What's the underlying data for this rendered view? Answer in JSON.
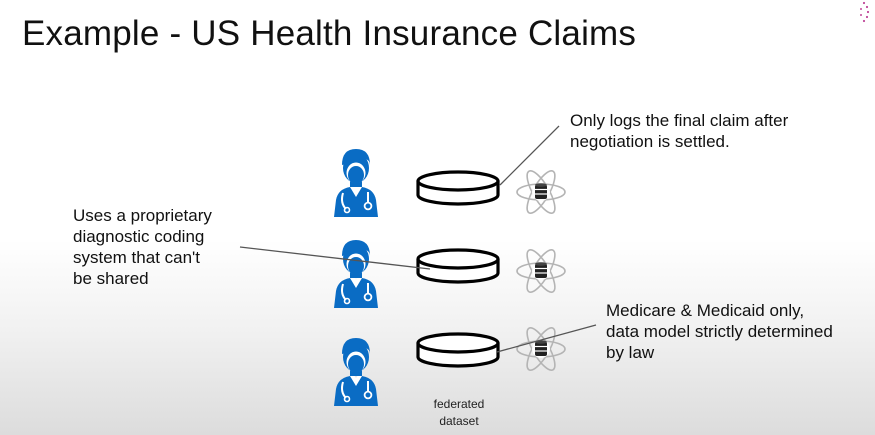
{
  "title": "Example - US Health Insurance Claims",
  "annotations": {
    "final_claim": "Only logs the final claim after\nnegotiation is settled.",
    "proprietary": "Uses a proprietary\ndiagnostic coding\nsystem that can't\nbe shared",
    "medicare": "Medicare & Medicaid only,\ndata model strictly determined\nby law"
  },
  "dataset_label": "federated\ndataset",
  "icons": {
    "doctor": "doctor-icon",
    "storage": "storage-disc-icon",
    "node": "atom-database-icon"
  },
  "colors": {
    "doctor_blue": "#0a6cc4",
    "text": "#111111",
    "connector": "#555555",
    "atom": "#b4b4b4"
  }
}
